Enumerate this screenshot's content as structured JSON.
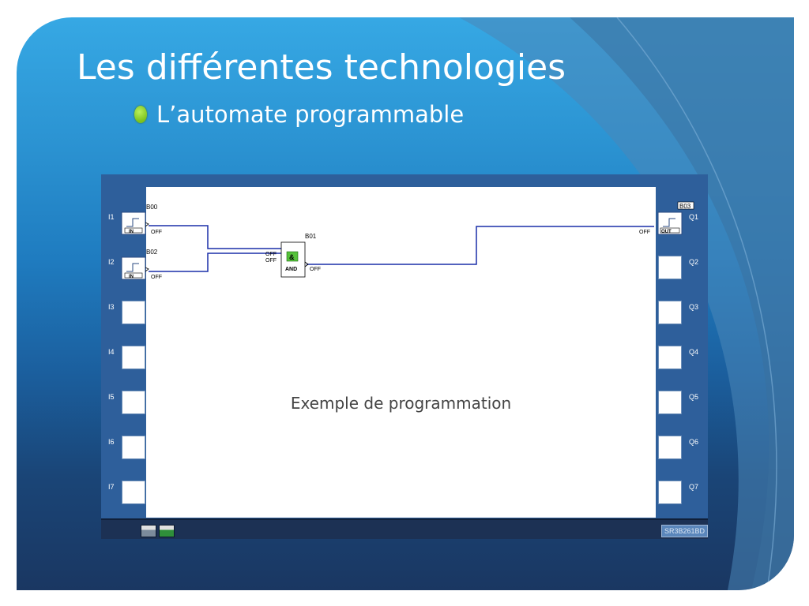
{
  "slide": {
    "title": "Les différentes technologies",
    "bullet": "L’automate programmable",
    "accent_color": "#8fd82a"
  },
  "editor": {
    "inputs": [
      "I1",
      "I2",
      "I3",
      "I4",
      "I5",
      "I6",
      "I7"
    ],
    "outputs": [
      "Q1",
      "Q2",
      "Q3",
      "Q4",
      "Q5",
      "Q6",
      "Q7"
    ],
    "caption": "Exemple de programmation",
    "model": "SR3B261BD",
    "blocks": {
      "b00": {
        "id": "B00",
        "type": "IN",
        "state": "OFF"
      },
      "b02": {
        "id": "B02",
        "type": "IN",
        "state": "OFF"
      },
      "b01": {
        "id": "B01",
        "type": "AND",
        "symbol": "&",
        "in_states": [
          "OFF",
          "OFF"
        ],
        "out_state": "OFF"
      },
      "b03": {
        "id": "B03",
        "type": "OUT",
        "state": "OFF"
      }
    },
    "toolbar_icons": [
      "edit-mode-icon",
      "simulation-mode-icon"
    ]
  }
}
